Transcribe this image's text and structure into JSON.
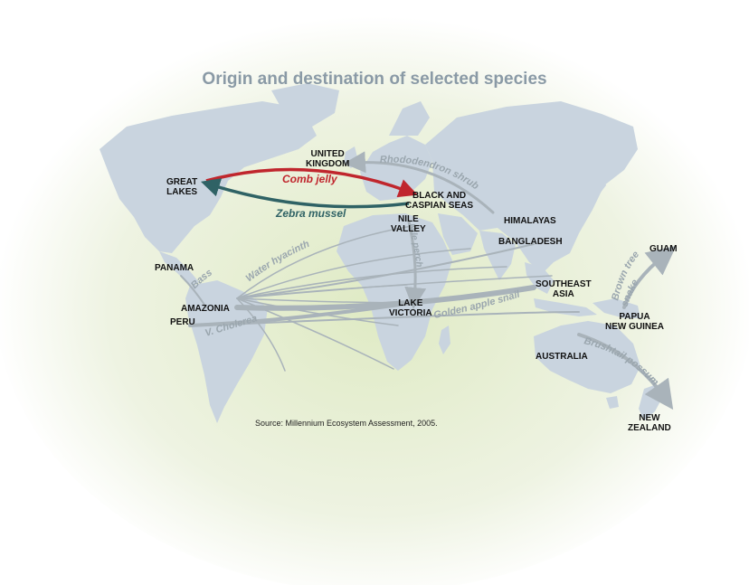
{
  "title": "Origin and destination of selected species",
  "source": "Source: Millennium Ecosystem Assessment, 2005.",
  "colors": {
    "land": "#c9d4df",
    "glow_center": "#dfeac4",
    "arrow_gray": "#a9b3ba",
    "comb_jelly": "#c0262d",
    "zebra_mussel": "#2f6265",
    "title": "#8a9aa6"
  },
  "places": {
    "united_kingdom": "UNITED\nKINGDOM",
    "great_lakes": "GREAT\nLAKES",
    "black_caspian": "BLACK AND\nCASPIAN SEAS",
    "himalayas": "HIMALAYAS",
    "nile_valley": "NILE\nVALLEY",
    "bangladesh": "BANGLADESH",
    "guam": "GUAM",
    "panama": "PANAMA",
    "southeast_asia": "SOUTHEAST\nASIA",
    "amazonia": "AMAZONIA",
    "peru": "PERU",
    "lake_victoria": "LAKE\nVICTORIA",
    "papua_new_guinea": "PAPUA\nNEW GUINEA",
    "australia": "AUSTRALIA",
    "new_zealand": "NEW\nZEALAND"
  },
  "species": {
    "comb_jelly": "Comb jelly",
    "zebra_mussel": "Zebra mussel",
    "rhododendron": "Rhododendron shrub",
    "water_hyacinth": "Water hyacinth",
    "nile_perch": "Nile perch",
    "bass": "Bass",
    "golden_apple_snail": "Golden apple snail",
    "v_cholerea": "V. Cholerea",
    "brown_tree_snake_1": "Brown tree",
    "brown_tree_snake_2": "snake",
    "brushtail_possum": "Brushtail possum"
  }
}
